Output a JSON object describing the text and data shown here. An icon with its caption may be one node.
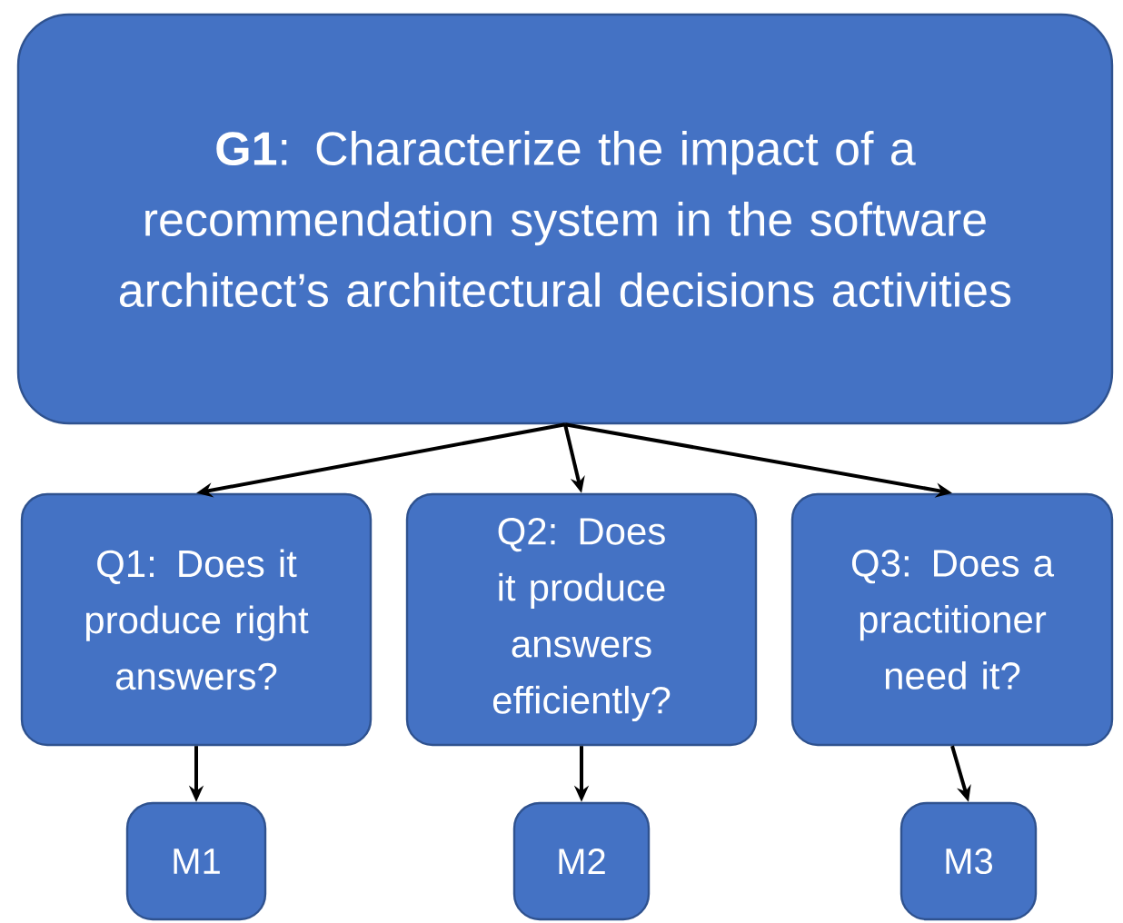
{
  "diagram": {
    "nodes": [
      {
        "text": [
          "**G1**: Characterize the impact of a recommendation system in the software architect’s architectural decisions activities"
        ]
      },
      {
        "text": [
          "Q1: Does it produce right answers?"
        ]
      },
      {
        "text": [
          "Q2: Does it produce answers efficiently?"
        ]
      },
      {
        "text": [
          "Q3: Does a practitioner need it?"
        ]
      },
      {
        "text": [
          "M1"
        ]
      },
      {
        "text": [
          "M2"
        ]
      },
      {
        "text": [
          "M3"
        ]
      }
    ],
    "edges": [
      {
        "from": 0,
        "to": 1,
        "arrow": "to"
      },
      {
        "from": 0,
        "to": 2,
        "arrow": "to"
      },
      {
        "from": 0,
        "to": 3,
        "arrow": "to"
      },
      {
        "from": 1,
        "to": 4,
        "arrow": "to"
      },
      {
        "from": 2,
        "to": 5,
        "arrow": "to"
      },
      {
        "from": 3,
        "to": 6,
        "arrow": "to"
      }
    ]
  }
}
